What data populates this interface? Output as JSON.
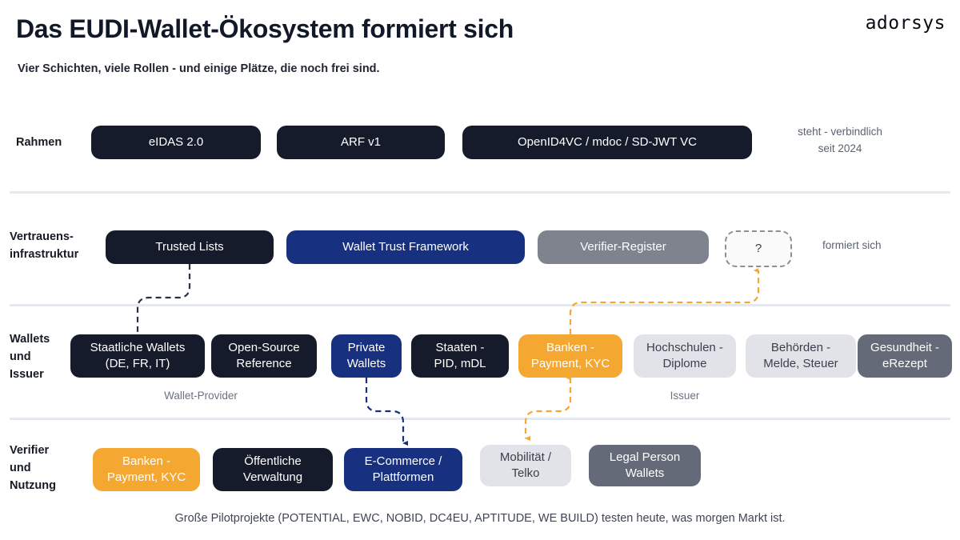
{
  "header": {
    "title": "Das EUDI-Wallet-Ökosystem formiert sich",
    "subtitle": "Vier Schichten, viele Rollen - und einige Plätze, die noch frei sind.",
    "logo": "adorsys"
  },
  "colors": {
    "dark": "#161b2b",
    "blue": "#17307f",
    "orange": "#f4a832",
    "gray": "#7e838e",
    "gray_medium": "#646a78",
    "light": "#e2e3e8",
    "divider": "#e6e8ef",
    "text_muted": "#6b7280"
  },
  "rows": [
    {
      "label": "Rahmen",
      "note": "steht - verbindlich\nseit 2024",
      "boxes": [
        {
          "label": "eIDAS 2.0",
          "style": "dark"
        },
        {
          "label": "ARF v1",
          "style": "dark"
        },
        {
          "label": "OpenID4VC / mdoc / SD-JWT VC",
          "style": "dark"
        }
      ]
    },
    {
      "label": "Vertrauens-\ninfrastruktur",
      "note": "formiert sich",
      "boxes": [
        {
          "label": "Trusted Lists",
          "style": "dark"
        },
        {
          "label": "Wallet Trust Framework",
          "style": "blue"
        },
        {
          "label": "Verifier-Register",
          "style": "gray"
        },
        {
          "label": "?",
          "style": "dashed"
        }
      ]
    },
    {
      "label": "Wallets\nund\nIssuer",
      "note": "",
      "captions": [
        {
          "label": "Wallet-Provider"
        },
        {
          "label": "Issuer"
        }
      ],
      "boxes": [
        {
          "label": "Staatliche Wallets\n(DE, FR, IT)",
          "style": "dark"
        },
        {
          "label": "Open-Source\nReference",
          "style": "dark"
        },
        {
          "label": "Private\nWallets",
          "style": "blue"
        },
        {
          "label": "Staaten -\nPID, mDL",
          "style": "dark"
        },
        {
          "label": "Banken -\nPayment, KYC",
          "style": "orange"
        },
        {
          "label": "Hochschulen -\nDiplome",
          "style": "light"
        },
        {
          "label": "Behörden -\nMelde, Steuer",
          "style": "light"
        },
        {
          "label": "Gesundheit -\neRezept",
          "style": "gray_medium"
        }
      ]
    },
    {
      "label": "Verifier\nund\nNutzung",
      "note": "",
      "boxes": [
        {
          "label": "Banken -\nPayment, KYC",
          "style": "orange"
        },
        {
          "label": "Öffentliche\nVerwaltung",
          "style": "dark"
        },
        {
          "label": "E-Commerce /\nPlattformen",
          "style": "blue"
        },
        {
          "label": "Mobilität /\nTelko",
          "style": "light"
        },
        {
          "label": "Legal Person\nWallets",
          "style": "gray_medium"
        }
      ]
    }
  ],
  "footer": "Große Pilotprojekte (POTENTIAL, EWC, NOBID, DC4EU, APTITUDE, WE BUILD) testen heute, was morgen Markt ist."
}
